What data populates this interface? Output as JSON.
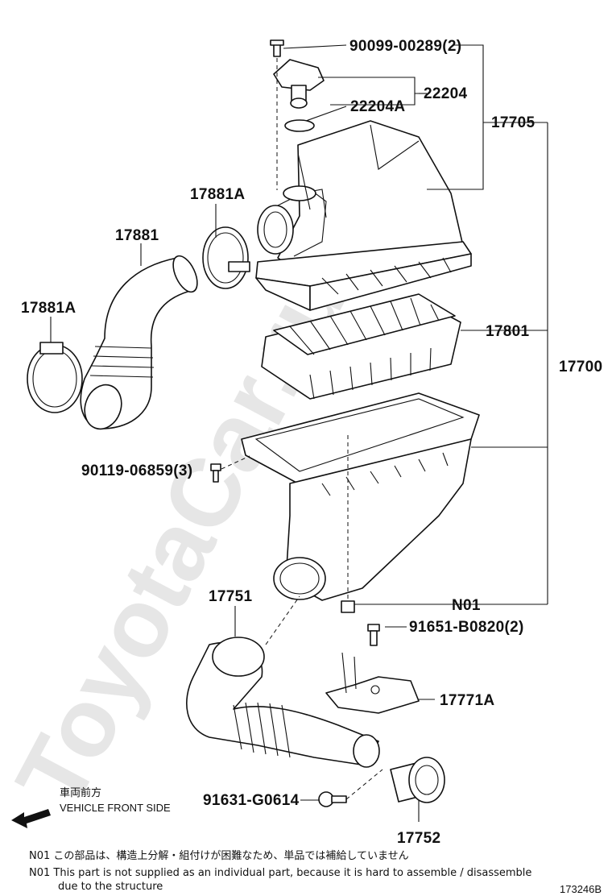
{
  "watermark": "ToyotaCar.ru",
  "labels": {
    "l1": "90099-00289(2)",
    "l2": "22204",
    "l3": "22204A",
    "l4": "17705",
    "l5": "17881A",
    "l6": "17881",
    "l7": "17881A",
    "l8": "17801",
    "l9": "17700",
    "l10": "90119-06859(3)",
    "l11": "17751",
    "l12": "N01",
    "l13": "91651-B0820(2)",
    "l14": "17771A",
    "l15": "91631-G0614",
    "l16": "17752"
  },
  "direction": {
    "jp": "車両前方",
    "en": "VEHICLE FRONT SIDE"
  },
  "notes": {
    "jp": "N01  この部品は、構造上分解・組付けが困難なため、単品では補給していません",
    "en1": "N01  This part is not supplied as an individual part, because it is hard to assemble / disassemble",
    "en2": "due to the structure"
  },
  "figure_id": "173246B"
}
